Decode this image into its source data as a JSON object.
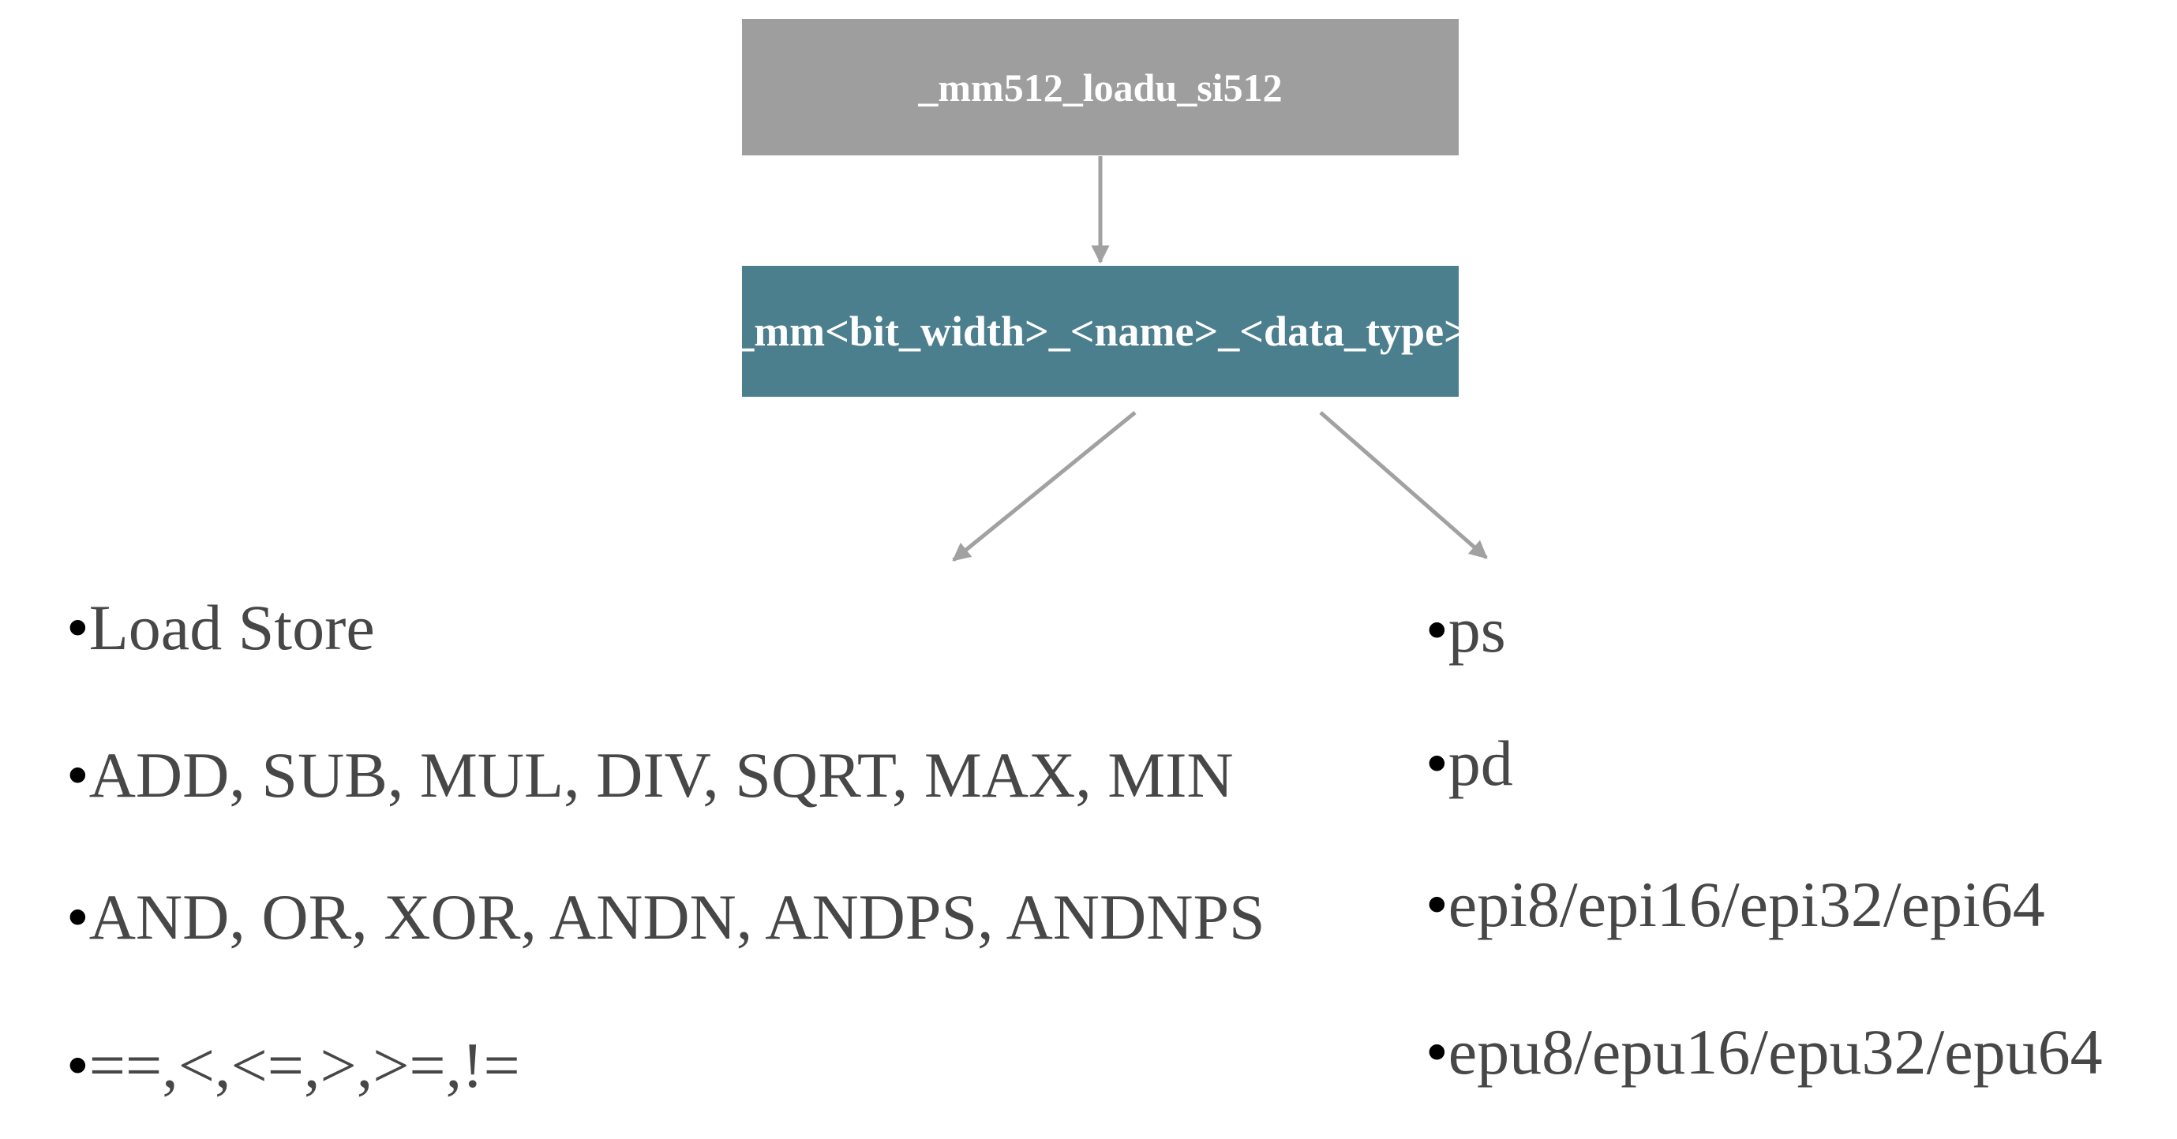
{
  "diagram": {
    "root_box": {
      "label": "_mm512_loadu_si512",
      "bg_color": "#9e9e9e",
      "text_color": "#ffffff"
    },
    "pattern_box": {
      "label": "_mm<bit_width>_<name>_<data_type>",
      "bg_color": "#4c7f8e",
      "text_color": "#ffffff"
    },
    "arrow_color": "#a1a1a1",
    "list_text_color": "#474747",
    "bullet_color": "#000000",
    "bullet_char": "•",
    "name_options_list": {
      "items": [
        "Load Store",
        "ADD, SUB, MUL, DIV, SQRT, MAX, MIN",
        "AND, OR, XOR, ANDN, ANDPS, ANDNPS",
        "==,<,<=,>,>=,!="
      ]
    },
    "data_type_options_list": {
      "items": [
        "ps",
        "pd",
        "epi8/epi16/epi32/epi64",
        "epu8/epu16/epu32/epu64"
      ]
    }
  }
}
